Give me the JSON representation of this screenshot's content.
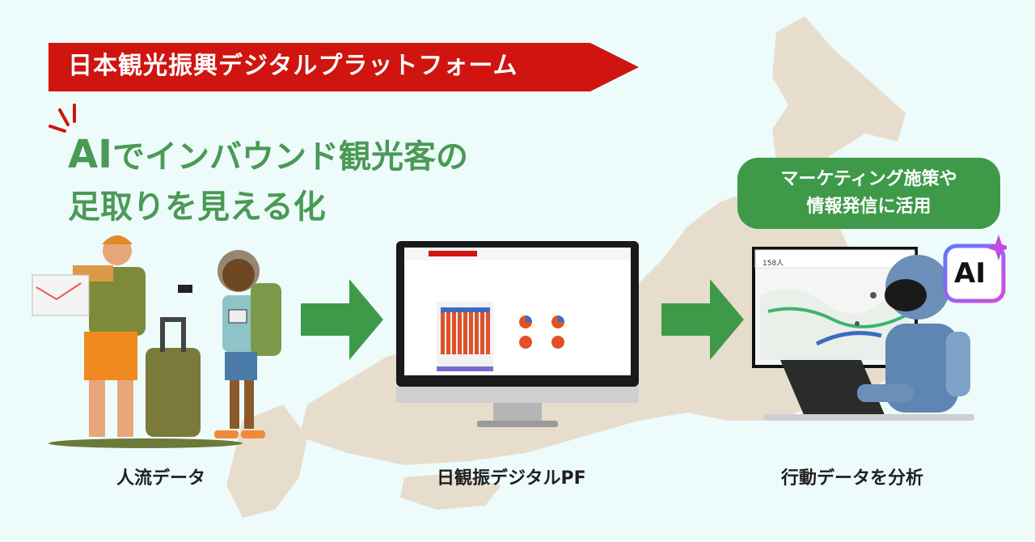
{
  "banner": {
    "title": "日本観光振興デジタルプラットフォーム"
  },
  "headline": {
    "ai": "AI",
    "line1_rest": "でインバウンド観光客の",
    "line2": "足取りを見える化"
  },
  "callout": {
    "line1": "マーケティング施策や",
    "line2": "情報発信に活用"
  },
  "captions": {
    "left": "人流データ",
    "center": "日観振デジタルPF",
    "right": "行動データを分析"
  },
  "monitor_screen": {
    "count_label": "158人"
  },
  "ai_badge": {
    "label": "AI"
  },
  "colors": {
    "accent_red": "#d0140f",
    "accent_green": "#3e9a48",
    "map": "#e7ddcc",
    "background": "#eefbfb"
  }
}
